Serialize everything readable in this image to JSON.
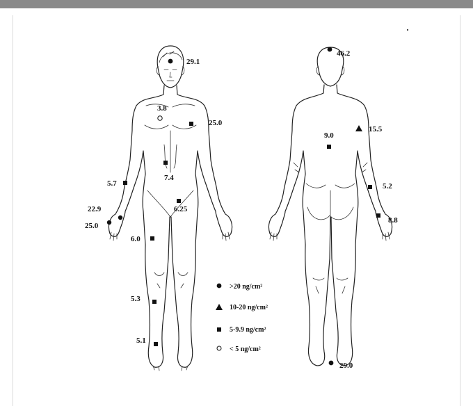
{
  "figure": {
    "front_view": {
      "measurements": [
        {
          "site": "forehead",
          "value": "29.1",
          "marker": "circle"
        },
        {
          "site": "chest-center",
          "value": "3.8",
          "marker": "open-circle"
        },
        {
          "site": "left-shoulder",
          "value": "25.0",
          "marker": "square"
        },
        {
          "site": "abdomen",
          "value": "7.4",
          "marker": "square"
        },
        {
          "site": "right-forearm",
          "value": "5.7",
          "marker": "square"
        },
        {
          "site": "groin",
          "value": "6.25",
          "marker": "square"
        },
        {
          "site": "right-wrist",
          "value": "22.9",
          "marker": "circle"
        },
        {
          "site": "right-palm",
          "value": "25.0",
          "marker": "circle"
        },
        {
          "site": "right-thigh",
          "value": "6.0",
          "marker": "square"
        },
        {
          "site": "right-shin",
          "value": "5.3",
          "marker": "square"
        },
        {
          "site": "right-foot",
          "value": "5.1",
          "marker": "square"
        }
      ]
    },
    "back_view": {
      "measurements": [
        {
          "site": "head-top",
          "value": "46.2",
          "marker": "circle"
        },
        {
          "site": "upper-back",
          "value": "9.0",
          "marker": "square"
        },
        {
          "site": "left-upper-arm",
          "value": "15.5",
          "marker": "triangle"
        },
        {
          "site": "left-forearm",
          "value": "5.2",
          "marker": "square"
        },
        {
          "site": "left-hand",
          "value": "8.8",
          "marker": "square"
        },
        {
          "site": "heel",
          "value": "29.0",
          "marker": "circle"
        }
      ]
    },
    "legend": [
      {
        "marker": "circle",
        "label": ">20 ng/cm²"
      },
      {
        "marker": "triangle",
        "label": "10-20 ng/cm²"
      },
      {
        "marker": "square",
        "label": "5-9.9 ng/cm²"
      },
      {
        "marker": "open-circle",
        "label": "< 5 ng/cm²"
      }
    ]
  }
}
